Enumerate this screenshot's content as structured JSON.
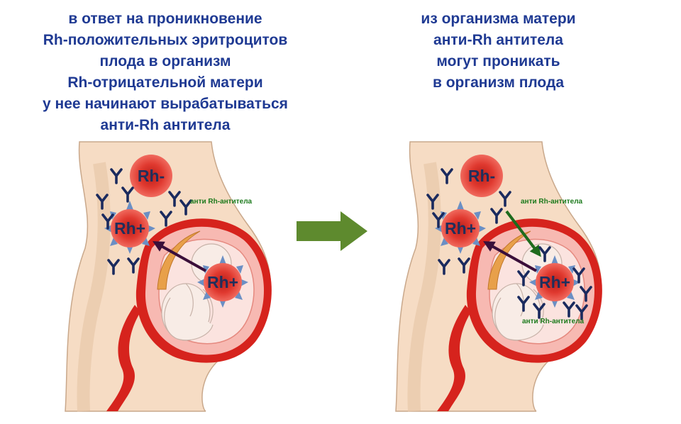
{
  "captions": {
    "left": [
      "в ответ на проникновение",
      "Rh-положительных эритроцитов",
      "плода в организм",
      "Rh-отрицательной матери",
      "у нее начинают вырабатываться",
      "анти-Rh антитела"
    ],
    "right": [
      "из организма матери",
      "анти-Rh антитела",
      "могут проникать",
      "в организм плода"
    ]
  },
  "left_panel": {
    "mother_cell": "Rh-",
    "fetal_cell_in_mother": "Rh+",
    "fetal_cell": "Rh+",
    "antibody_label": "анти Rh-антитела"
  },
  "right_panel": {
    "mother_cell": "Rh-",
    "fetal_cell_in_mother": "Rh+",
    "fetal_cell": "Rh+",
    "antibody_label_top": "анти Rh-антитела",
    "antibody_label_bottom": "анти Rh-антитела"
  },
  "colors": {
    "caption_text": "#1f3a93",
    "transition_arrow": "#5e8a2e",
    "antibody": "#1a2a5e",
    "antibody_label": "#1c7a1c",
    "red_cell": "#e8453c",
    "cell_spikes": "#6b8fc4",
    "migration_arrow_left": "#3a0f3a",
    "migration_arrow_green": "#1d6b1d"
  },
  "icons": {
    "antibody": "y-shaped-antibody-icon",
    "transition": "right-arrow-icon"
  }
}
